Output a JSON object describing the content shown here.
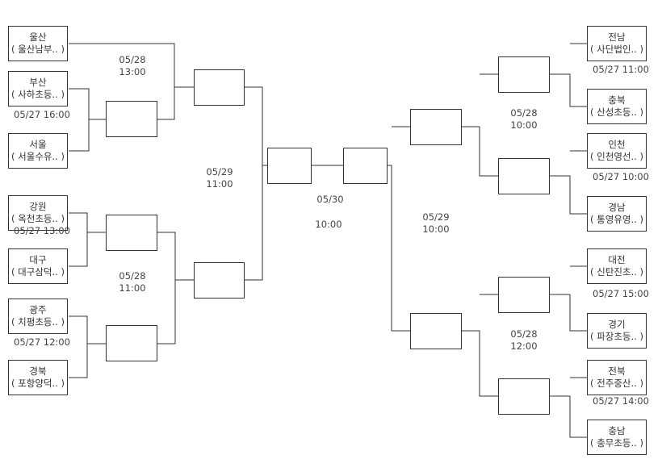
{
  "teams_left": [
    {
      "region": "울산",
      "school": "( 울산남부.. )"
    },
    {
      "region": "부산",
      "school": "( 사하초등.. )"
    },
    {
      "region": "서울",
      "school": "( 서울수유.. )"
    },
    {
      "region": "강원",
      "school": "( 옥천초등.. )"
    },
    {
      "region": "대구",
      "school": "( 대구삼덕.. )"
    },
    {
      "region": "광주",
      "school": "( 치평초등.. )"
    },
    {
      "region": "경북",
      "school": "( 포항양덕.. )"
    }
  ],
  "teams_right": [
    {
      "region": "전남",
      "school": "( 사단법인.. )"
    },
    {
      "region": "충북",
      "school": "( 산성초등.. )"
    },
    {
      "region": "인천",
      "school": "( 인천영선.. )"
    },
    {
      "region": "경남",
      "school": "( 통영유영.. )"
    },
    {
      "region": "대전",
      "school": "( 신탄진초.. )"
    },
    {
      "region": "경기",
      "school": "( 파장초등.. )"
    },
    {
      "region": "전북",
      "school": "( 전주중산.. )"
    },
    {
      "region": "충남",
      "school": "( 충무초등.. )"
    }
  ],
  "schedule": {
    "l_r1_a": "05/27   16:00",
    "l_r1_b": "05/27   13:00",
    "l_r1_c": "05/27   12:00",
    "r_r1_a": "05/27   11:00",
    "r_r1_b": "05/27   10:00",
    "r_r1_c": "05/27   15:00",
    "r_r1_d": "05/27   14:00",
    "l_qf_top_date": "05/28",
    "l_qf_top_time": "13:00",
    "l_qf_bot_date": "05/28",
    "l_qf_bot_time": "11:00",
    "l_sf_date": "05/29",
    "l_sf_time": "11:00",
    "final_date": "05/30",
    "final_time": "10:00",
    "r_sf_date": "05/29",
    "r_sf_time": "10:00",
    "r_qf_top_date": "05/28",
    "r_qf_top_time": "10:00",
    "r_qf_bot_date": "05/28",
    "r_qf_bot_time": "12:00"
  }
}
